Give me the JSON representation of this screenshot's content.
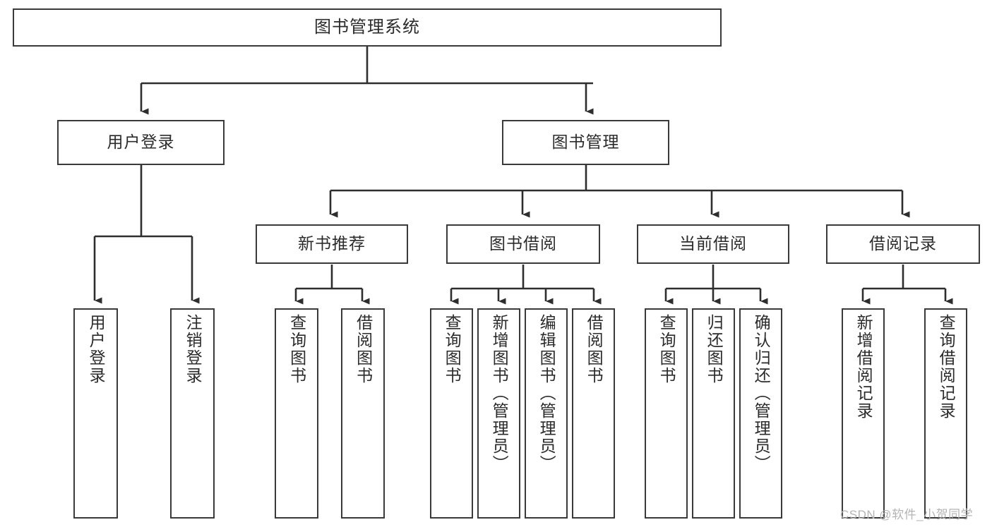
{
  "diagram": {
    "title": "图书管理系统",
    "type": "tree-hierarchy",
    "root": {
      "label": "图书管理系统"
    },
    "level2": [
      {
        "label": "用户登录"
      },
      {
        "label": "图书管理"
      }
    ],
    "level3": [
      {
        "label": "新书推荐"
      },
      {
        "label": "图书借阅"
      },
      {
        "label": "当前借阅"
      },
      {
        "label": "借阅记录"
      }
    ],
    "leaves": {
      "user_login": [
        {
          "label": "用户登录"
        },
        {
          "label": "注销登录"
        }
      ],
      "new_book_recommend": [
        {
          "label": "查询图书"
        },
        {
          "label": "借阅图书"
        }
      ],
      "book_borrow": [
        {
          "label": "查询图书"
        },
        {
          "label": "新增图书（管理员）"
        },
        {
          "label": "编辑图书（管理员）"
        },
        {
          "label": "借阅图书"
        }
      ],
      "current_borrow": [
        {
          "label": "查询图书"
        },
        {
          "label": "归还图书"
        },
        {
          "label": "确认归还（管理员）"
        }
      ],
      "borrow_record": [
        {
          "label": "新增借阅记录"
        },
        {
          "label": "查询借阅记录"
        }
      ]
    }
  },
  "watermark": {
    "text": "CSDN @软件_小贺同学"
  },
  "colors": {
    "border": "#3a3a3a",
    "text": "#2b2b2b",
    "background": "#ffffff",
    "watermark": "#b4b4b4"
  }
}
